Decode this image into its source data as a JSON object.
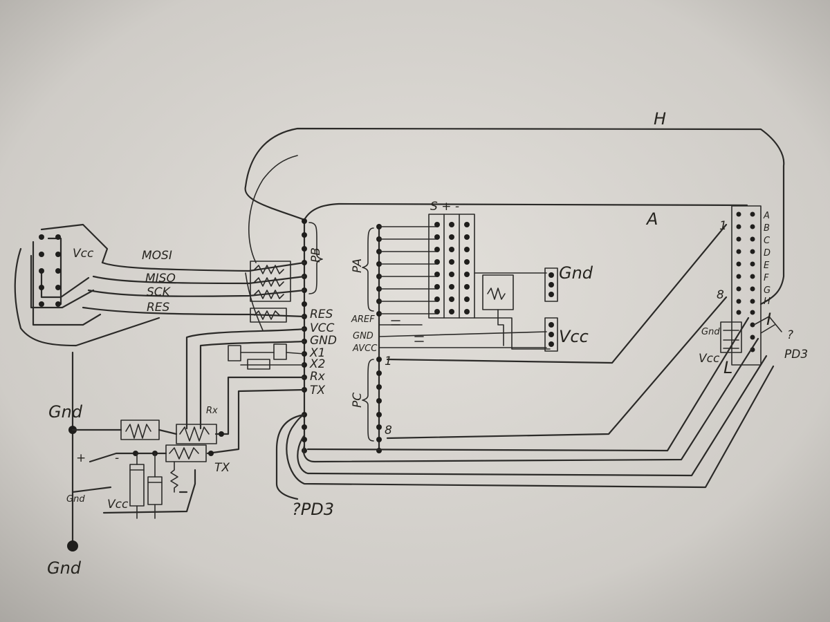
{
  "labels": {
    "H": "H",
    "A": "A",
    "Vcc": "Vcc",
    "MOSI": "MOSI",
    "MISO": "MISO",
    "SCK": "SCK",
    "RES": "RES",
    "PB": "PB",
    "RES_pin": "RES",
    "VCC_pin": "VCC",
    "GND_pin": "GND",
    "X1": "X1",
    "X2": "X2",
    "Rx": "Rx",
    "TX_pin": "TX",
    "PA": "PA",
    "AREF": "AREF",
    "GND2": "GND",
    "AVCC": "AVCC",
    "PC": "PC",
    "pc_1": "1",
    "pc_8": "8",
    "s_plus_minus": "S + -",
    "Gnd_right": "Gnd",
    "Vcc_right": "Vcc",
    "conn_letters": [
      "A",
      "B",
      "C",
      "D",
      "E",
      "F",
      "G",
      "H"
    ],
    "conn_1": "1",
    "conn_8": "8",
    "I": "I",
    "q1": "?",
    "PD3_right": "PD3",
    "Gnd_conn": "Gnd",
    "Vcc_conn": "Vcc",
    "L": "L",
    "Gnd_left": "Gnd",
    "plus": "+",
    "minus": "-",
    "Gnd_small": "Gnd",
    "Vcc_small": "Vcc",
    "Rx_small": "Rx",
    "TX_small": "TX",
    "PD3_bottom": "?PD3",
    "Gnd_bottom": "Gnd"
  }
}
